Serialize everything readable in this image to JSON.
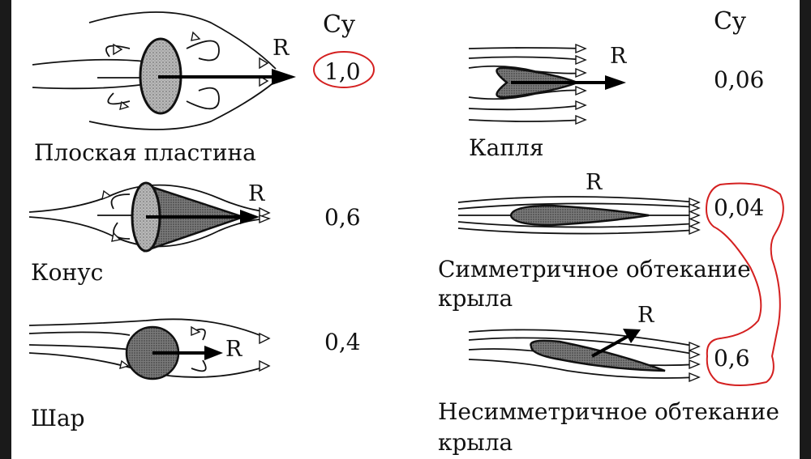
{
  "header": {
    "cy_left": "Cy",
    "cy_right": "Cy"
  },
  "shapes": [
    {
      "id": "flat-plate",
      "name": "Плоская пластина",
      "cy": "1,0",
      "force": "R",
      "highlighted": true
    },
    {
      "id": "cone",
      "name": "Конус",
      "cy": "0,6",
      "force": "R",
      "highlighted": false
    },
    {
      "id": "sphere",
      "name": "Шар",
      "cy": "0,4",
      "force": "R",
      "highlighted": false
    },
    {
      "id": "drop",
      "name": "Капля",
      "cy": "0,06",
      "force": "R",
      "highlighted": false
    },
    {
      "id": "wing-symmetric",
      "name_line1": "Симметричное обтекание",
      "name_line2": "крыла",
      "cy": "0,04",
      "force": "R",
      "highlighted": true
    },
    {
      "id": "wing-asymmetric",
      "name_line1": "Несимметричное обтекание",
      "name_line2": "крыла",
      "cy": "0,6",
      "force": "R",
      "highlighted": true
    }
  ],
  "colors": {
    "paper": "#ffffff",
    "ink": "#111111",
    "highlight": "#d42020",
    "frame": "#1a1a1a"
  }
}
